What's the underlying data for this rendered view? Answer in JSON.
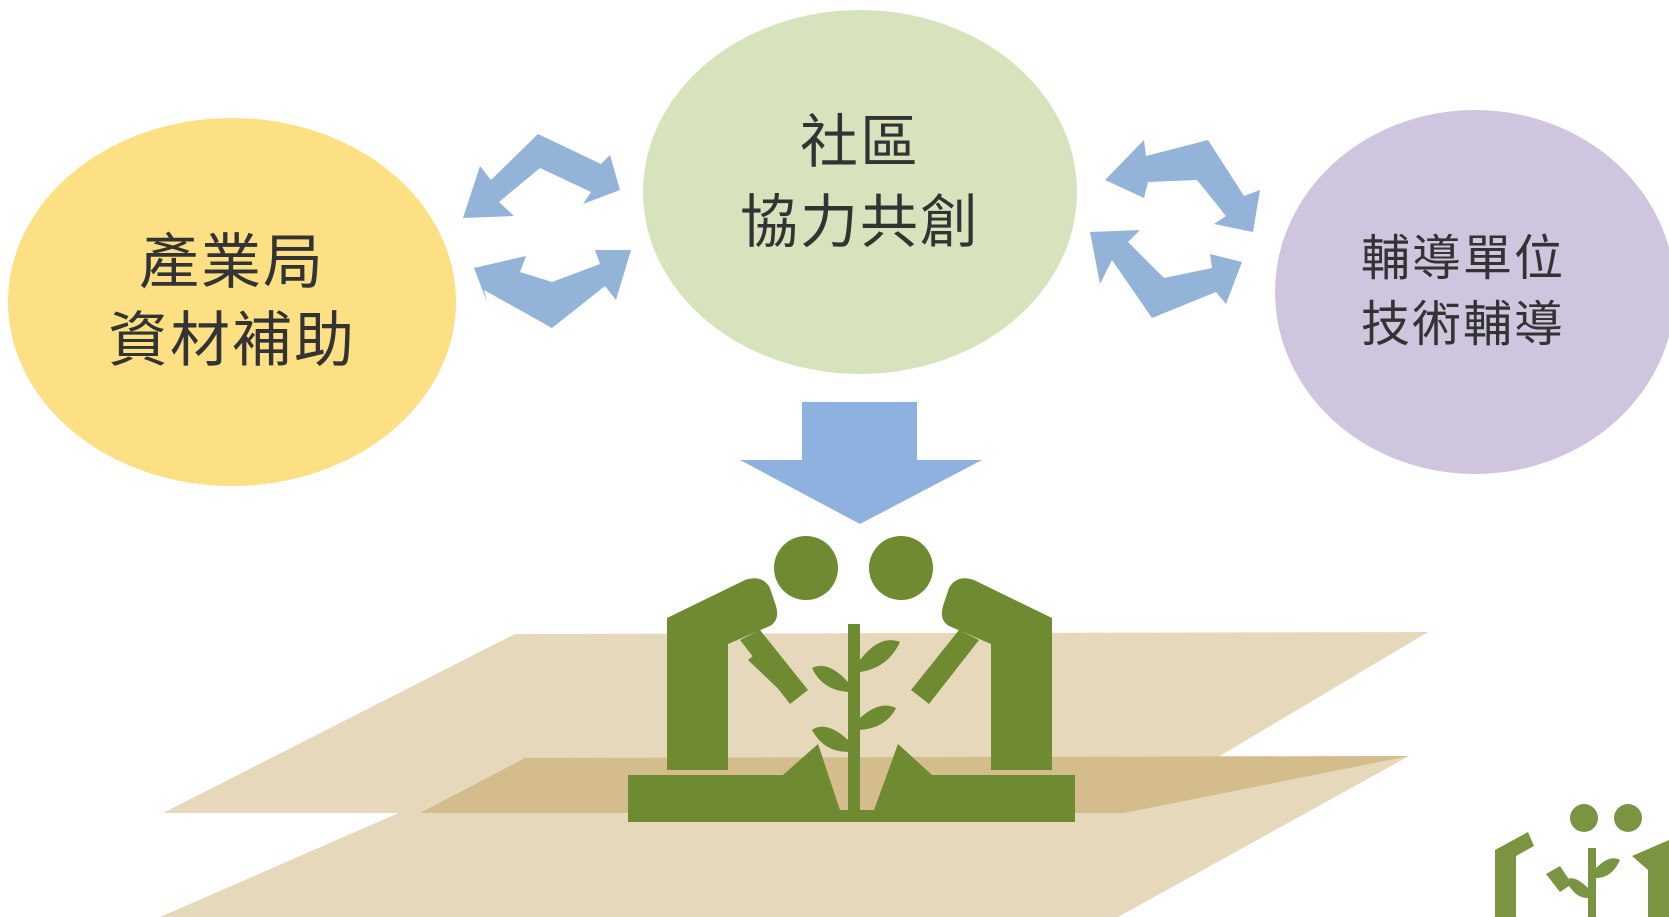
{
  "colors": {
    "industry_bubble": "#fddf84",
    "community_bubble": "#d6e3bd",
    "advisor_bubble": "#cfc5de",
    "arrow_blue": "#94b3d9",
    "down_arrow": "#8fb1e0",
    "field_light": "#e6d8bb",
    "field_overlap": "#d5bc8d",
    "figure_green": "#6f8b32"
  },
  "bubbles": {
    "industry": {
      "line1": "產業局",
      "line2": "資材補助"
    },
    "community": {
      "line1": "社區",
      "line2": "協力共創"
    },
    "advisor": {
      "line1": "輔導單位",
      "line2": "技術輔導"
    }
  },
  "icons": {
    "left_exchange": "bidirectional-cycle-arrows-icon",
    "right_exchange": "bidirectional-cycle-arrows-icon",
    "down": "down-arrow-icon",
    "main_figure": "people-planting-seedling-icon",
    "corner_logo": "logo-people-seedling"
  }
}
